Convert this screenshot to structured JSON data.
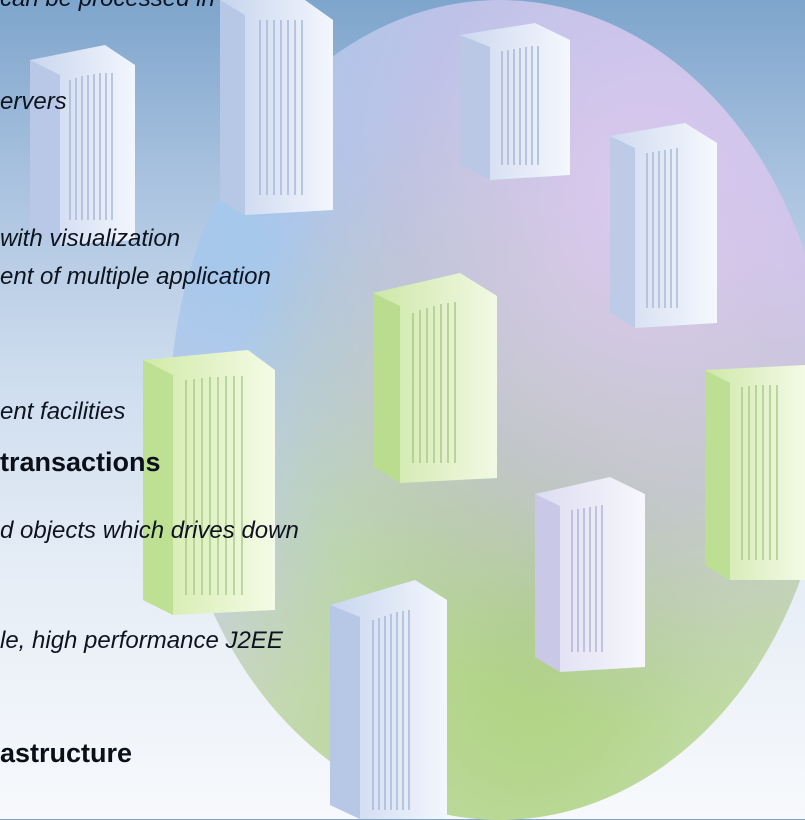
{
  "slide": {
    "lines": [
      "can be processed in",
      "ervers",
      "with visualization",
      "ent of multiple application",
      "ent facilities",
      "d objects which drives down",
      "le, high performance J2EE"
    ],
    "headings": [
      "transactions",
      "astructure"
    ]
  },
  "colors": {
    "background_top": "#7ea5cc",
    "globe_purple": "#d6cdec",
    "globe_green": "#c4dcae",
    "server_blue": "#dfe8f6",
    "server_green": "#e3f2c4"
  },
  "icons": [
    "server-icon"
  ]
}
